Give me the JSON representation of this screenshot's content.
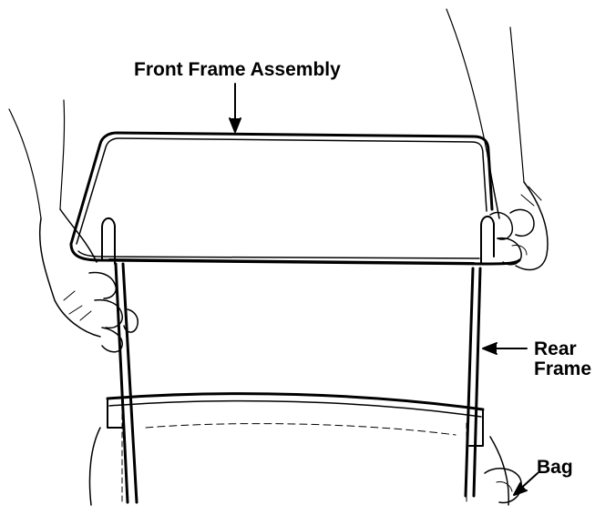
{
  "diagram": {
    "labels": {
      "front_frame_assembly": "Front Frame Assembly",
      "rear_frame_line1": "Rear",
      "rear_frame_line2": "Frame",
      "bag": "Bag"
    }
  }
}
